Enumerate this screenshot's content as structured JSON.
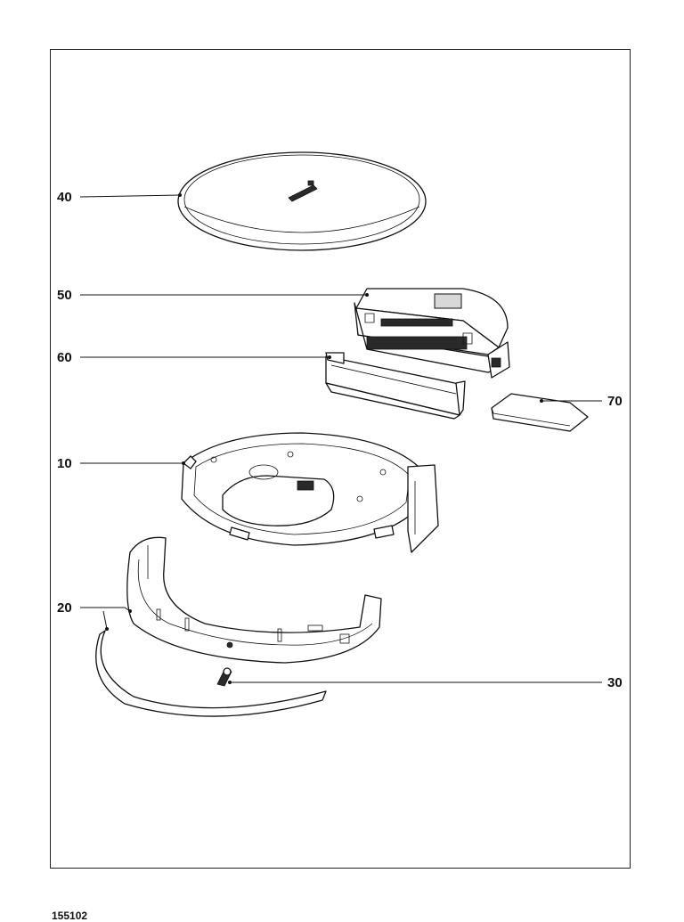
{
  "diagram": {
    "document_number": "155102",
    "callouts": [
      {
        "id": "40",
        "label": "40"
      },
      {
        "id": "50",
        "label": "50"
      },
      {
        "id": "60",
        "label": "60"
      },
      {
        "id": "70",
        "label": "70"
      },
      {
        "id": "10",
        "label": "10"
      },
      {
        "id": "20",
        "label": "20"
      },
      {
        "id": "30",
        "label": "30"
      }
    ]
  }
}
